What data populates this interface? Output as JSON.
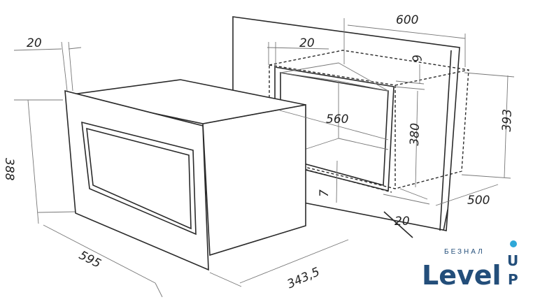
{
  "dimensions": {
    "cabinet_gap_left": "20",
    "cabinet_width": "600",
    "cabinet_gap_top": "20",
    "cabinet_top_clearance": "6",
    "opening_width": "560",
    "opening_height": "380",
    "cabinet_height": "393",
    "bottom_clearance": "7",
    "cabinet_front_offset": "20",
    "cabinet_depth": "500",
    "oven_height": "388",
    "oven_width": "595",
    "oven_depth": "343,5"
  },
  "logo": {
    "tagline": "БЕЗНАЛ",
    "word": "Level",
    "suffix_top": "U",
    "suffix_bottom": "P",
    "accent_color": "#2fa8d8",
    "brand_color": "#234e7a"
  }
}
